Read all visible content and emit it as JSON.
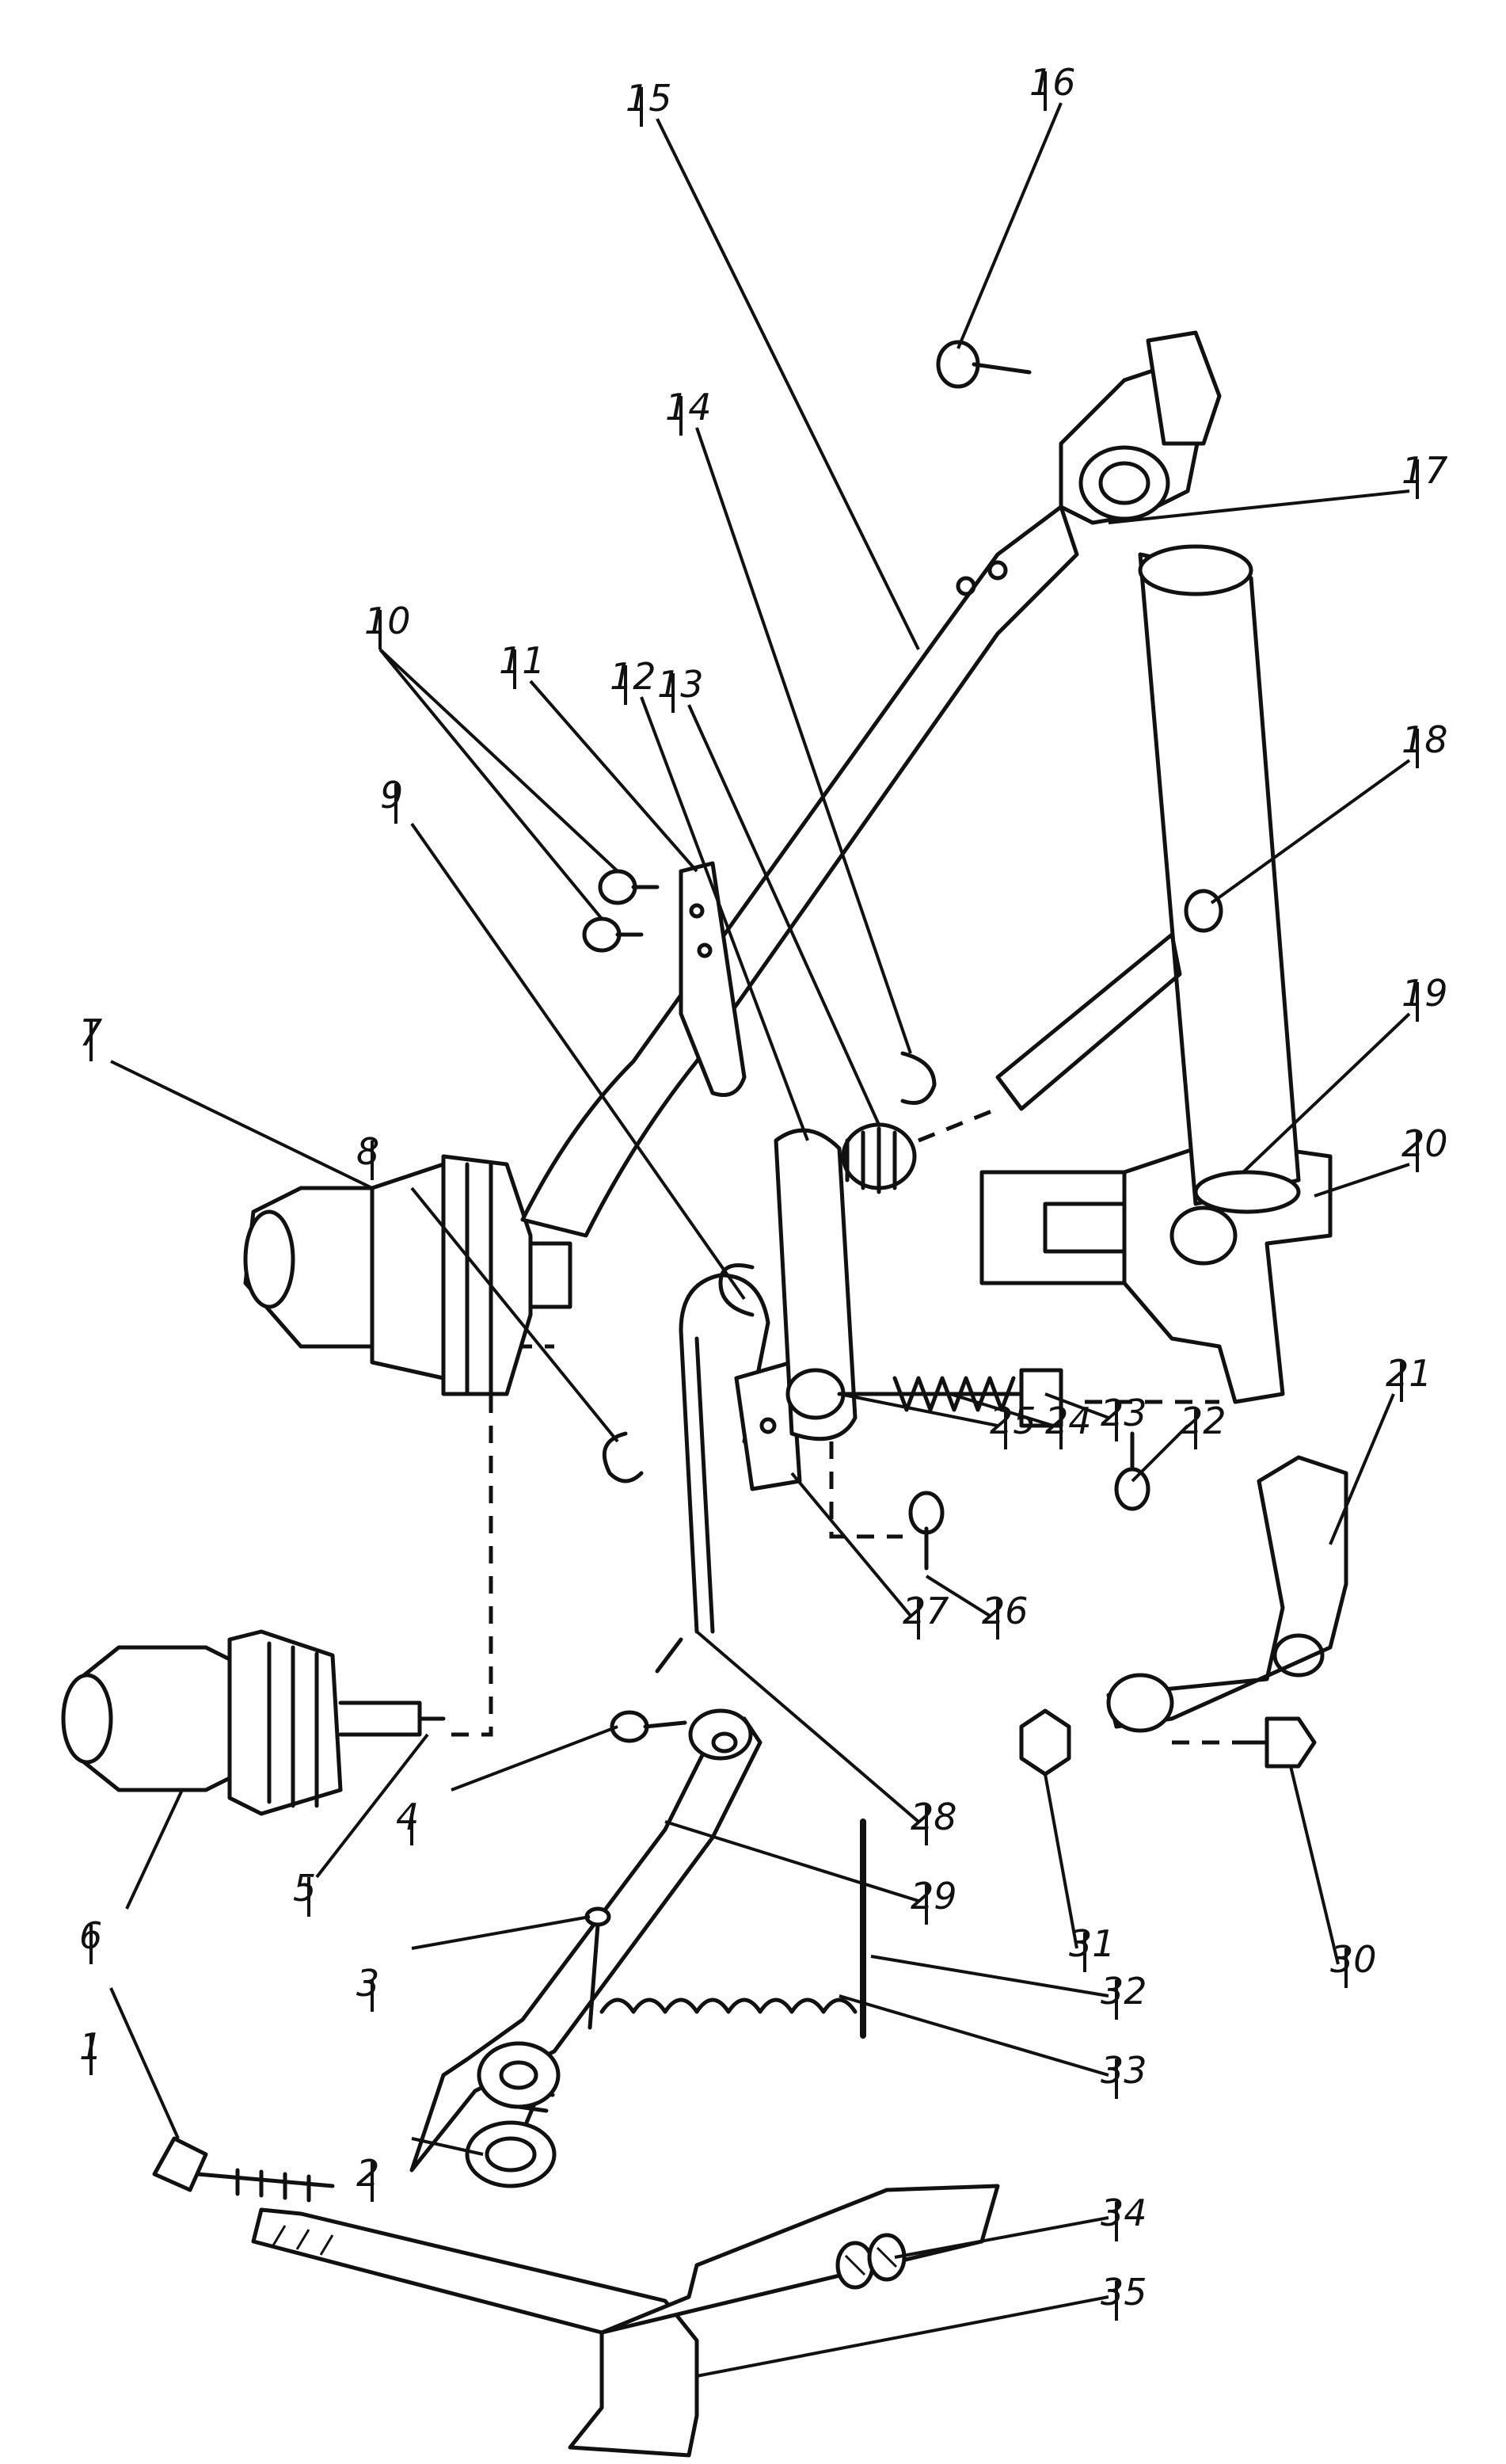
{
  "figure": {
    "labels": [
      "1",
      "2",
      "3",
      "4",
      "5",
      "6",
      "7",
      "8",
      "9",
      "10",
      "11",
      "12",
      "13",
      "14",
      "15",
      "16",
      "17",
      "18",
      "19",
      "20",
      "21",
      "22",
      "23",
      "24",
      "25",
      "26",
      "27",
      "28",
      "29",
      "30",
      "31",
      "32",
      "33",
      "34",
      "35"
    ]
  }
}
